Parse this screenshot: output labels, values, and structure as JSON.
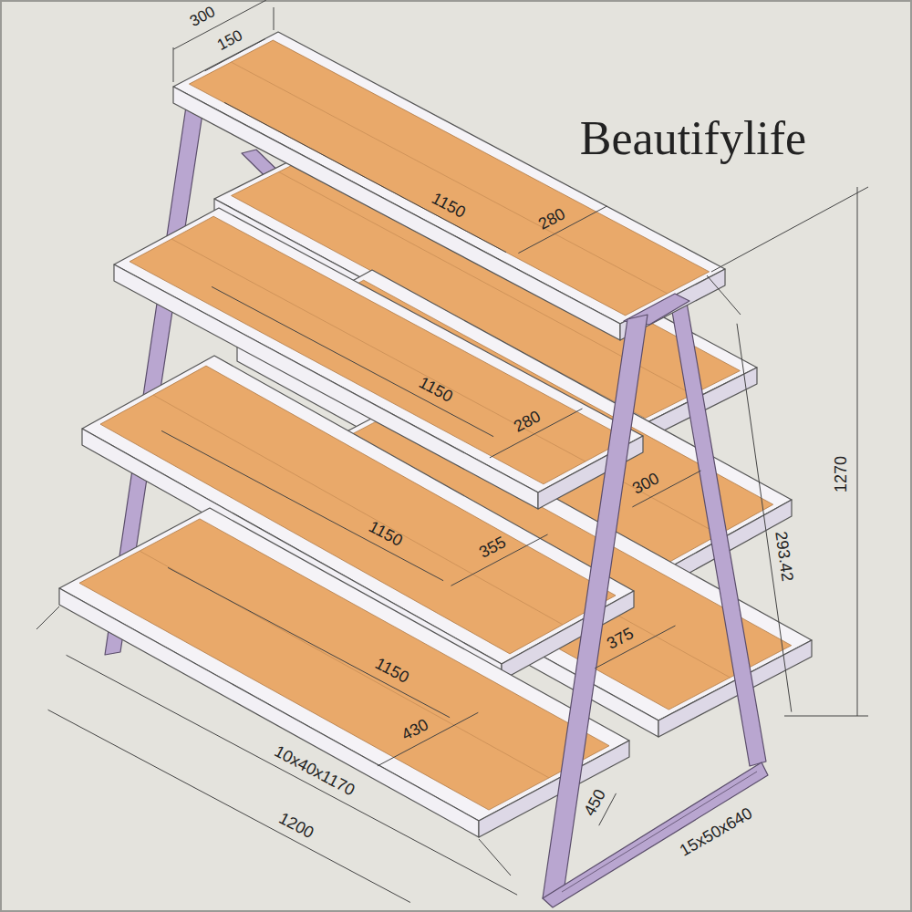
{
  "diagram": {
    "labels": [
      "300",
      "150",
      "1150",
      "280",
      "1150",
      "280",
      "300",
      "1150",
      "355",
      "375",
      "1150",
      "430",
      "10x40x1170",
      "1200",
      "450",
      "15x50x640",
      "1270",
      "293.42",
      "Beautifylife"
    ]
  }
}
